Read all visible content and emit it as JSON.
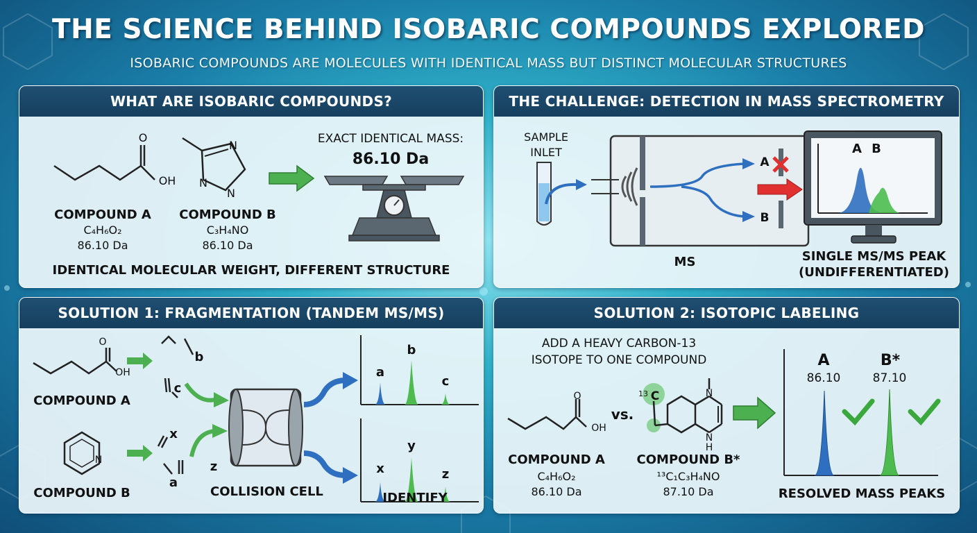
{
  "title": "THE SCIENCE BEHIND ISOBARIC COMPOUNDS EXPLORED",
  "subtitle": "ISOBARIC COMPOUNDS ARE MOLECULES WITH IDENTICAL MASS BUT DISTINCT MOLECULAR STRUCTURES",
  "panel1": {
    "header": "WHAT ARE ISOBARIC COMPOUNDS?",
    "atom_o": "O",
    "atom_oh": "OH",
    "atom_n": "N",
    "compound_a": {
      "name": "COMPOUND A",
      "formula": "C₄H₆O₂",
      "mass": "86.10 Da"
    },
    "compound_b": {
      "name": "COMPOUND B",
      "formula": "C₃H₄NO",
      "mass": "86.10 Da"
    },
    "exact_label": "EXACT IDENTICAL MASS:",
    "exact_value": "86.10 Da",
    "caption": "IDENTICAL MOLECULAR WEIGHT, DIFFERENT STRUCTURE"
  },
  "panel2": {
    "header": "THE CHALLENGE: DETECTION IN MASS SPECTROMETRY",
    "inlet_line1": "SAMPLE",
    "inlet_line2": "INLET",
    "path_a": "A",
    "path_b": "B",
    "ms_label": "MS",
    "peak_a": "A",
    "peak_b": "B",
    "caption_line1": "SINGLE MS/MS PEAK",
    "caption_line2": "(UNDIFFERENTIATED)"
  },
  "panel3": {
    "header": "SOLUTION 1: FRAGMENTATION (TANDEM MS/MS)",
    "atom_o": "O",
    "atom_oh": "OH",
    "atom_n": "N",
    "compound_a": "COMPOUND A",
    "compound_b": "COMPOUND B",
    "frag_a": [
      "b",
      "c"
    ],
    "frag_b": [
      "x",
      "z",
      "a"
    ],
    "collision": "COLLISION CELL",
    "spectrum_top": [
      "a",
      "b",
      "c"
    ],
    "spectrum_bottom": [
      "x",
      "y",
      "z"
    ],
    "identify": "IDENTIFY"
  },
  "panel4": {
    "header": "SOLUTION 2: ISOTOPIC LABELING",
    "instruction_line1": "ADD A HEAVY CARBON-13",
    "instruction_line2": "ISOTOPE TO ONE COMPOUND",
    "vs": "vs.",
    "atom_o": "O",
    "atom_oh": "OH",
    "atom_n_top": "N",
    "atom_nh": "N",
    "atom_h": "H",
    "label_sup": "13",
    "label_c": "C",
    "compound_a": {
      "name": "COMPOUND A",
      "formula": "C₄H₆O₂",
      "mass": "86.10 Da"
    },
    "compound_b": {
      "name": "COMPOUND B*",
      "formula": "¹³C₁C₃H₄NO",
      "mass": "87.10 Da"
    },
    "peak_a": {
      "label": "A",
      "mass": "86.10"
    },
    "peak_b": {
      "label": "B*",
      "mass": "87.10"
    },
    "caption": "RESOLVED MASS PEAKS"
  },
  "colors": {
    "header": "#1a4566",
    "blue_peak": "#2f6fbf",
    "green_peak": "#4dbb4f",
    "arrow_green": "#4caf50",
    "arrow_red": "#e03030"
  }
}
